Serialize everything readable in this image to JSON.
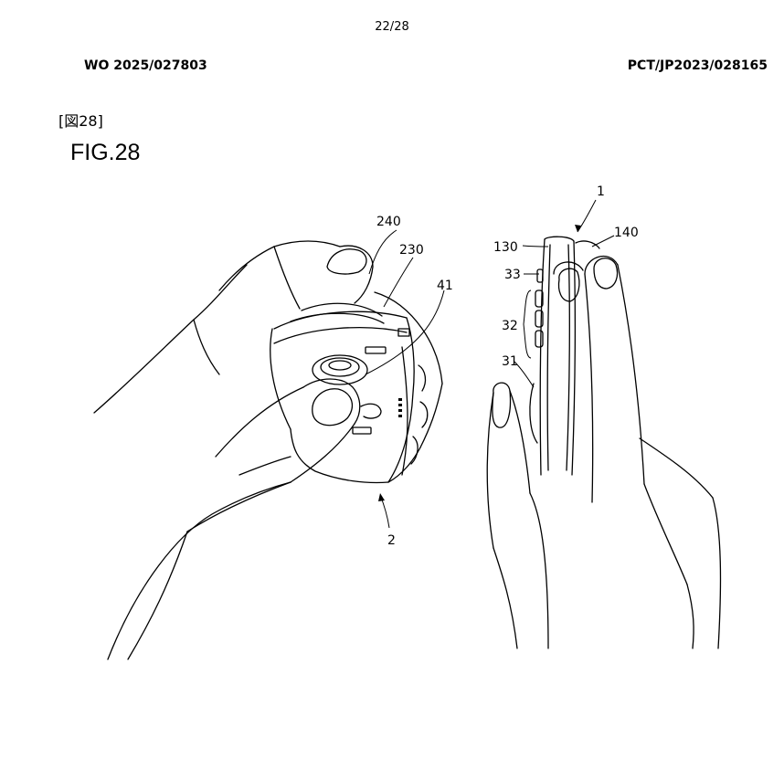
{
  "header": {
    "page_number": "22/28",
    "publication_number": "WO 2025/027803",
    "application_number": "PCT/JP2023/028165"
  },
  "figure": {
    "tag": "[図28]",
    "title": "FIG.28",
    "reference_labels": {
      "r1": "1",
      "r2": "2",
      "r31": "31",
      "r32": "32",
      "r33": "33",
      "r41": "41",
      "r130": "130",
      "r140": "140",
      "r230": "230",
      "r240": "240"
    }
  }
}
